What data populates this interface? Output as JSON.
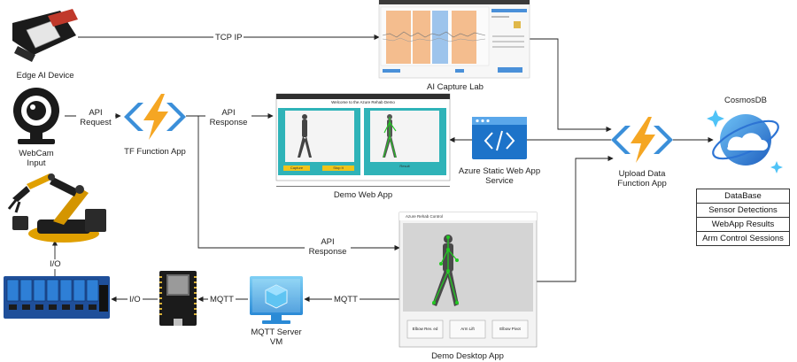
{
  "nodes": {
    "edge_ai_device": "Edge AI Device",
    "webcam_input": "WebCam\nInput",
    "tf_function_app": "TF Function App",
    "ai_capture_lab": "AI Capture Lab",
    "demo_web_app": "Demo Web App",
    "azure_static_web_app": "Azure Static Web App\nService",
    "upload_data_function_app": "Upload Data\nFunction App",
    "cosmosdb": "CosmosDB",
    "demo_desktop_app": "Demo Desktop App",
    "mqtt_server_vm": "MQTT Server\nVM"
  },
  "edges": {
    "tcp_ip": "TCP IP",
    "api_request": "API\nRequest",
    "api_response_top": "API\nResponse",
    "api_response_mid": "API\nResponse",
    "mqtt_left": "MQTT",
    "mqtt_right": "MQTT",
    "io_horizontal": "I/O",
    "io_vertical": "I/O"
  },
  "database": {
    "header": "DataBase",
    "rows": [
      "Sensor Detections",
      "WebApp Results",
      "Arm Control Sessions"
    ]
  },
  "web_app_screenshot": {
    "title": "Welcome to the Azure Rehab Demo",
    "button_1": "Capture",
    "button_2": "Stop It",
    "caption": "Result"
  },
  "desktop_screenshot": {
    "window_title": "Azure Rehab Control",
    "buttons": [
      "Elbow Rev. ed",
      "Arm Lift",
      "Elbow Pivot"
    ]
  },
  "colors": {
    "function_orange": "#f5a623",
    "function_blue": "#3b8fd9",
    "cosmos_blue": "#2d74d4",
    "teal_panel": "#2fb3b8",
    "skeleton_green": "#22c922"
  },
  "icons": [
    "edge-device-icon",
    "webcam-icon",
    "azure-function-icon",
    "static-web-app-icon",
    "cosmosdb-icon",
    "robot-arm-icon",
    "relay-board-icon",
    "microcontroller-icon",
    "vm-icon"
  ]
}
